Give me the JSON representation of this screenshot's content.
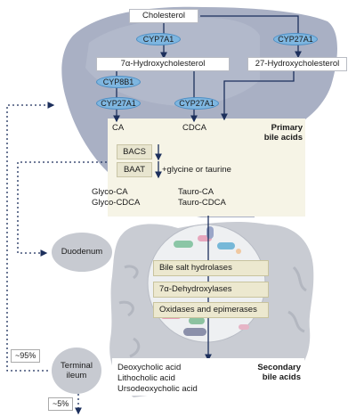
{
  "liver": {
    "cholesterol": "Cholesterol",
    "cyp7a1": "CYP7A1",
    "cyp27a1_right": "CYP27A1",
    "hydroxy7": "7α-Hydroxycholesterol",
    "hydroxy27": "27-Hydroxycholesterol",
    "cyp8b1": "CYP8B1",
    "cyp27a1_left": "CYP27A1",
    "cyp27a1_mid": "CYP27A1"
  },
  "primary": {
    "ca": "CA",
    "cdca": "CDCA",
    "title": "Primary bile acids",
    "bacs": "BACS",
    "baat": "BAAT",
    "conjugate_note": "+glycine or taurine",
    "glyco_ca": "Glyco-CA",
    "glyco_cdca": "Glyco-CDCA",
    "tauro_ca": "Tauro-CA",
    "tauro_cdca": "Tauro-CDCA"
  },
  "intestine": {
    "duodenum": "Duodenum",
    "terminal_ileum": "Terminal ileum",
    "enzymes": [
      "Bile salt hydrolases",
      "7α-Dehydroxylases",
      "Oxidases and epimerases"
    ]
  },
  "secondary": {
    "title": "Secondary bile acids",
    "acids": [
      "Deoxycholic acid",
      "Lithocholic acid",
      "Ursodeoxycholic acid"
    ]
  },
  "recirculation": {
    "reabsorbed": "~95%",
    "excreted": "~5%"
  },
  "colors": {
    "liver": "#a9b0c4",
    "organs": "#c7cad1",
    "primary_panel": "#f6f4e6",
    "enzyme": "#7eb6e0",
    "arrow": "#1c2f5c"
  }
}
